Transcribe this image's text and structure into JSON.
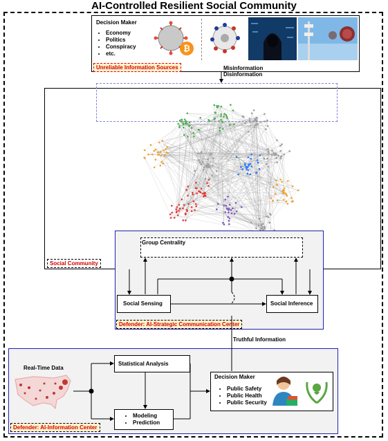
{
  "title": "AI-Controlled Resilient Social Community",
  "sources": {
    "decision_maker_title": "Decision Maker",
    "items": [
      "Economy",
      "Politics",
      "Conspiracy",
      "etc."
    ],
    "label": "Unreliable Information Sources"
  },
  "misinfo": {
    "line1": "Misinformation",
    "line2": "Disinformation"
  },
  "community": {
    "label": "Social Community"
  },
  "group_centrality": "Group Centrality",
  "strategic": {
    "social_sensing": "Social Sensing",
    "social_inference": "Social Inference",
    "label": "Defender: AI-Strategic Communication Center"
  },
  "truthful": "Truthful Information",
  "info_center": {
    "realtime": "Real-Time Data",
    "stat_analysis": "Statistical Analysis",
    "modeling_items": [
      "Modeling",
      "Prediction"
    ],
    "decision_maker_title": "Decision Maker",
    "decision_items": [
      "Public Safety",
      "Public Health",
      "Public Security"
    ],
    "label": "Defender: AI-Information Center"
  },
  "colors": {
    "red_label": "#d40000",
    "blue_box": "#1f1fb4",
    "dashed_blue": "#8080e0",
    "label_bg": "#fff2cc"
  },
  "icons": [
    "virus-icon",
    "bitcoin-icon",
    "flag-virus-icon",
    "hacker-icon",
    "cell-tower-icon",
    "usa-map-icon",
    "doctor-icon",
    "health-logo-icon"
  ]
}
